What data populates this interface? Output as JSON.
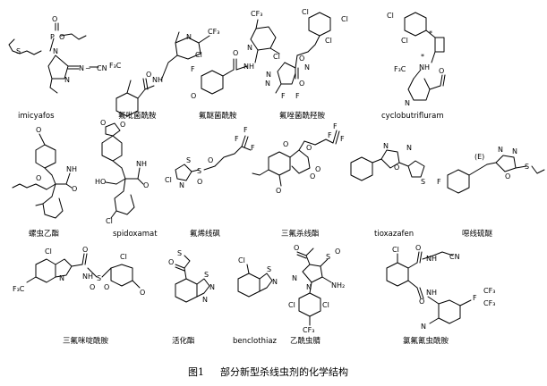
{
  "caption": {
    "label": "图1",
    "text": "部分新型杀线虫剂的化学结构"
  },
  "compounds": [
    {
      "id": "imicyafos",
      "name": "imicyafos"
    },
    {
      "id": "fluopyram",
      "name": "氟吡菌酰胺"
    },
    {
      "id": "pydiflumetofen",
      "name": "氟醚菌酰胺"
    },
    {
      "id": "pydiflumetofen2",
      "name": "氟唑菌酰羟胺"
    },
    {
      "id": "cyclobutrifluram",
      "name": "cyclobutrifluram"
    },
    {
      "id": "spirotetramat",
      "name": "螺虫乙酯"
    },
    {
      "id": "spidoxamat",
      "name": "spidoxamat"
    },
    {
      "id": "fluensulfone",
      "name": "氟烯线砜"
    },
    {
      "id": "trifluenfuronate",
      "name": "三氟杀线酯"
    },
    {
      "id": "tioxazafen",
      "name": "tioxazafen"
    },
    {
      "id": "oxadiazole",
      "name": "噁线硫醚"
    },
    {
      "id": "fluazaindolizine",
      "name": "三氟咪啶酰胺"
    },
    {
      "id": "acibenzolar",
      "name": "活化酯"
    },
    {
      "id": "benclothiaz",
      "name": "benclothiaz"
    },
    {
      "id": "ethiprole",
      "name": "乙酰虫腈"
    },
    {
      "id": "broflanilide",
      "name": "氯氟氰虫酰胺"
    }
  ]
}
